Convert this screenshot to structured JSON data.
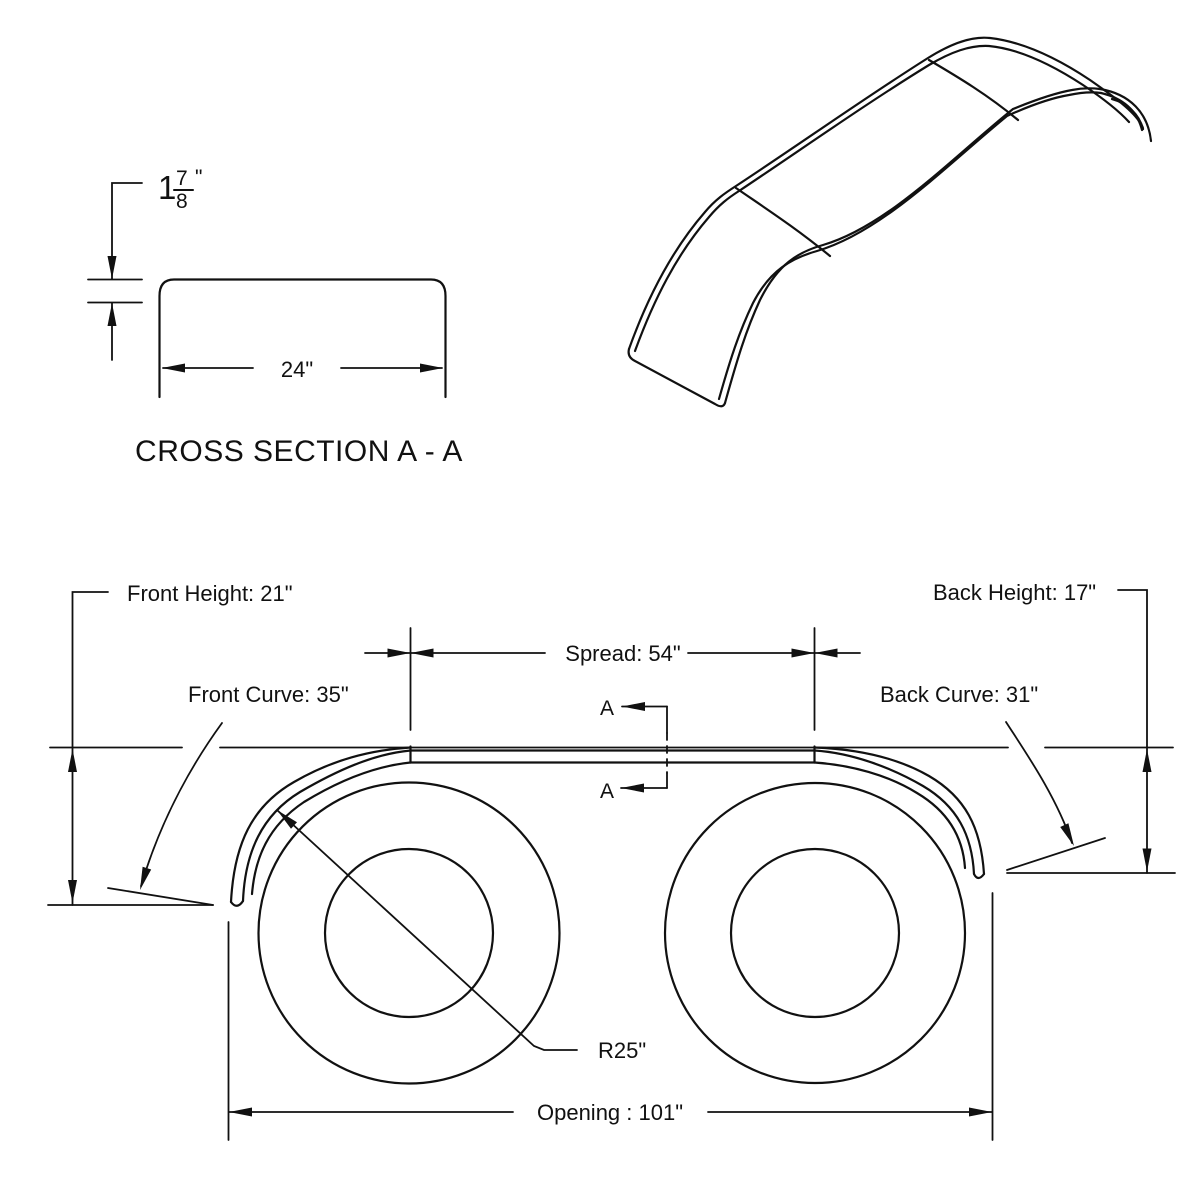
{
  "cross_section": {
    "caption": "CROSS SECTION A - A",
    "thickness": {
      "whole": "1",
      "numerator": "7",
      "denominator": "8",
      "unit": "\""
    },
    "width": "24\""
  },
  "side_view": {
    "front_height": "Front Height: 21\"",
    "back_height": "Back Height: 17\"",
    "front_curve": "Front Curve: 35\"",
    "back_curve": "Back Curve: 31\"",
    "spread": "Spread: 54\"",
    "radius": "R25\"",
    "opening": "Opening : 101\"",
    "section_label": "A"
  },
  "colors": {
    "line": "#111111",
    "background": "#ffffff"
  }
}
